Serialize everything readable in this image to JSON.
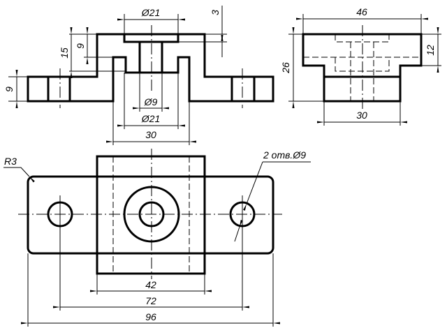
{
  "section_view": {
    "dim_counterbore_top": "Ø21",
    "dim_counterbore_depth": "3",
    "dim_boss_height": "15",
    "dim_recess_depth": "9",
    "dim_flange_thickness": "9",
    "dim_hole": "Ø9",
    "dim_recess_diameter": "Ø21",
    "dim_cavity_width": "30"
  },
  "side_view": {
    "dim_width": "46",
    "dim_height": "26",
    "dim_flange_height": "12",
    "dim_base_width": "30"
  },
  "top_view": {
    "dim_radius": "R3",
    "note_holes": "2 отв.Ø9",
    "dim_boss_width": "42",
    "dim_hole_spacing": "72",
    "dim_overall_length": "96"
  }
}
